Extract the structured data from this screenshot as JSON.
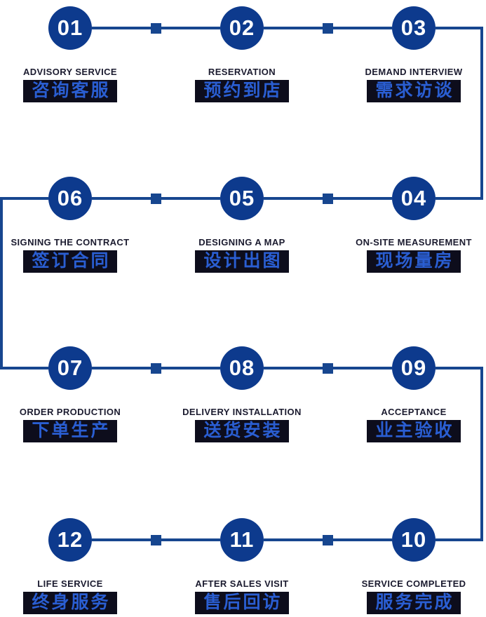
{
  "colors": {
    "circle": "#0d3a8d",
    "line": "#17468f",
    "en_text": "#1b1b2f",
    "zh_text": "#2a5ed2",
    "zh_bg": "#0d0d1c"
  },
  "steps": [
    {
      "number": "01",
      "en": "ADVISORY SERVICE",
      "zh": "咨询客服"
    },
    {
      "number": "02",
      "en": "RESERVATION",
      "zh": "预约到店"
    },
    {
      "number": "03",
      "en": "DEMAND INTERVIEW",
      "zh": "需求访谈"
    },
    {
      "number": "06",
      "en": "SIGNING THE CONTRACT",
      "zh": "签订合同"
    },
    {
      "number": "05",
      "en": "DESIGNING A MAP",
      "zh": "设计出图"
    },
    {
      "number": "04",
      "en": "ON-SITE MEASUREMENT",
      "zh": "现场量房"
    },
    {
      "number": "07",
      "en": "ORDER PRODUCTION",
      "zh": "下单生产"
    },
    {
      "number": "08",
      "en": "DELIVERY INSTALLATION",
      "zh": "送货安装"
    },
    {
      "number": "09",
      "en": "ACCEPTANCE",
      "zh": "业主验收"
    },
    {
      "number": "12",
      "en": "LIFE SERVICE",
      "zh": "终身服务"
    },
    {
      "number": "11",
      "en": "AFTER SALES VISIT",
      "zh": "售后回访"
    },
    {
      "number": "10",
      "en": "SERVICE COMPLETED",
      "zh": "服务完成"
    }
  ]
}
